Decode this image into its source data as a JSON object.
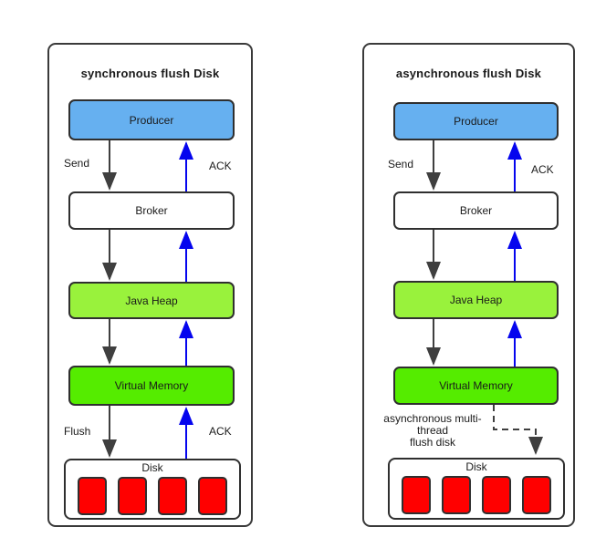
{
  "canvas": {
    "background": "#FFFFFF"
  },
  "colors": {
    "background": "#FFFFFF",
    "panel_border": "#3A3A3A",
    "node_border": "#2F2F2F",
    "producer_fill": "#66B0F0",
    "broker_fill": "#FFFFFF",
    "java_heap_fill": "#99F23C",
    "virtual_memory_fill": "#55EC00",
    "disk_fill": "#FFFFFF",
    "disk_block_fill": "#FF0000",
    "arrow_black": "#3F3F3F",
    "arrow_blue": "#0505EE",
    "text": "#1A1A1A"
  },
  "panels": [
    {
      "title": "synchronous flush Disk",
      "nodes": {
        "producer": "Producer",
        "broker": "Broker",
        "java_heap": "Java Heap",
        "virtual_memory": "Virtual Memory",
        "disk": "Disk"
      },
      "disk_block_count": 4,
      "labels": {
        "send": "Send",
        "ack_top": "ACK",
        "flush": "Flush",
        "ack_bottom": "ACK"
      },
      "edges": [
        {
          "from": "Producer",
          "to": "Broker",
          "color": "black",
          "style": "solid",
          "label": "Send"
        },
        {
          "from": "Broker",
          "to": "Java Heap",
          "color": "black",
          "style": "solid"
        },
        {
          "from": "Java Heap",
          "to": "Virtual Memory",
          "color": "black",
          "style": "solid"
        },
        {
          "from": "Virtual Memory",
          "to": "Disk",
          "color": "black",
          "style": "solid",
          "label": "Flush"
        },
        {
          "from": "Disk",
          "to": "Virtual Memory",
          "color": "blue",
          "style": "solid",
          "label": "ACK"
        },
        {
          "from": "Virtual Memory",
          "to": "Java Heap",
          "color": "blue",
          "style": "solid"
        },
        {
          "from": "Java Heap",
          "to": "Broker",
          "color": "blue",
          "style": "solid"
        },
        {
          "from": "Broker",
          "to": "Producer",
          "color": "blue",
          "style": "solid",
          "label": "ACK"
        }
      ]
    },
    {
      "title": "asynchronous flush Disk",
      "nodes": {
        "producer": "Producer",
        "broker": "Broker",
        "java_heap": "Java Heap",
        "virtual_memory": "Virtual Memory",
        "disk": "Disk"
      },
      "disk_block_count": 4,
      "labels": {
        "send": "Send",
        "ack_top": "ACK",
        "async_line1": "asynchronous multi-",
        "async_line2": "thread",
        "async_line3": "flush disk"
      },
      "edges": [
        {
          "from": "Producer",
          "to": "Broker",
          "color": "black",
          "style": "solid",
          "label": "Send"
        },
        {
          "from": "Broker",
          "to": "Java Heap",
          "color": "black",
          "style": "solid"
        },
        {
          "from": "Java Heap",
          "to": "Virtual Memory",
          "color": "black",
          "style": "solid"
        },
        {
          "from": "Virtual Memory",
          "to": "Disk",
          "color": "black",
          "style": "dashed",
          "label": "asynchronous multi-thread flush disk"
        },
        {
          "from": "Virtual Memory",
          "to": "Java Heap",
          "color": "blue",
          "style": "solid"
        },
        {
          "from": "Java Heap",
          "to": "Broker",
          "color": "blue",
          "style": "solid"
        },
        {
          "from": "Broker",
          "to": "Producer",
          "color": "blue",
          "style": "solid",
          "label": "ACK"
        }
      ]
    }
  ]
}
